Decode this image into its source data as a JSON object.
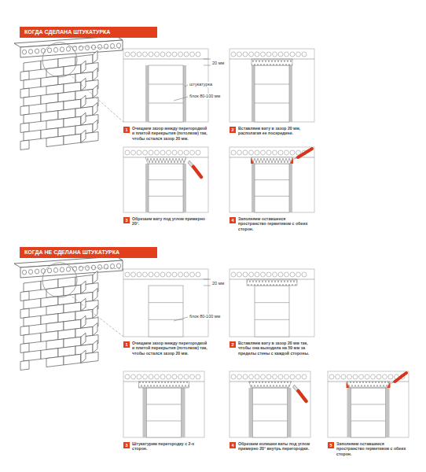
{
  "diagram": {
    "nodes": [
      {
        "text": [
          "КОГДА СДЕЛАНА ШТУКАТУРКА"
        ]
      },
      {
        "text": [
          "1"
        ]
      },
      {
        "text": [
          "2"
        ]
      },
      {
        "text": [
          "3"
        ]
      },
      {
        "text": [
          "4"
        ]
      },
      {
        "text": [
          "КОГДА НЕ СДЕЛАНА ШТУКАТУРКА"
        ]
      },
      {
        "text": [
          "1"
        ]
      },
      {
        "text": [
          "2"
        ]
      },
      {
        "text": [
          "3"
        ]
      },
      {
        "text": [
          "4"
        ]
      },
      {
        "text": [
          "5"
        ]
      }
    ],
    "labels": [
      "20 мм",
      "штукатурка",
      "блок 80-100 мм",
      "Очищаем зазор между перегородкой и плитой перекрытия (потолком) так, чтобы остался зазор 20 мм.",
      "Вставляем вату в зазор 20 мм, располагая ее посередине.",
      "Обрезаем вату под углом примерно 20°.",
      "Заполняем оставшееся пространство герметиком с обеих сторон.",
      "20 мм",
      "блок 80-100 мм",
      "Очищаем зазор между перегородкой и плитой перекрытия (потолком) так, чтобы остался зазор 20 мм.",
      "Вставляем вату в зазор 20 мм так, чтобы она выходила на 50 мм за пределы стены с каждой стороны.",
      "Штукатурим перегородку с 2-х сторон.",
      "Обрезаем излишки ваты под углом примерно 20° внутрь перегородки.",
      "Заполняем оставшиеся пространство герметиком с обеих сторон."
    ]
  }
}
